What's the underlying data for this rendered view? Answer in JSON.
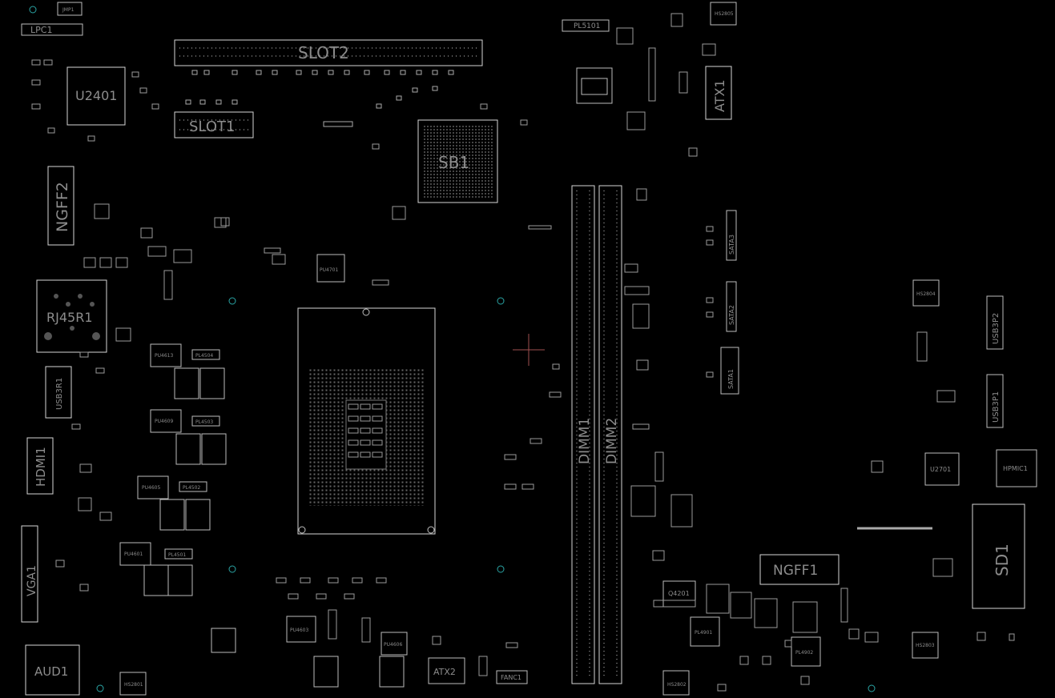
{
  "labels": {
    "slot2": "SLOT2",
    "slot1": "SLOT1",
    "u2401": "U2401",
    "lpc1": "LPC1",
    "jmp1": "JMP1",
    "sb1": "SB1",
    "ngff2": "NGFF2",
    "rj45r1": "RJ45R1",
    "usb3r1": "USB3R1",
    "hdmi1": "HDMI1",
    "vga1": "VGA1",
    "aud1": "AUD1",
    "hs2801": "HS2801",
    "dimm1": "DIMM1",
    "dimm2": "DIMM2",
    "atx1": "ATX1",
    "atx2": "ATX2",
    "fanc1": "FANC1",
    "pl5101": "PL5101",
    "ngff1": "NGFF1",
    "sd1": "SD1",
    "u2701": "U2701",
    "hpmic1": "HPMIC1",
    "usb3p1": "USB3P1",
    "usb3p2": "USB3P2",
    "sata1": "SATA1",
    "sata2": "SATA2",
    "sata3": "SATA3",
    "hs2802": "HS2802",
    "hs2803": "HS2803",
    "hs2804": "HS2804",
    "hs2805": "HS2805",
    "q4201": "Q4201",
    "pl4901": "PL4901",
    "pl4902": "PL4902",
    "pu4603": "PU4603",
    "pu4606": "PU4606",
    "pu4601": "PU4601",
    "pu4605": "PU4605",
    "pu4609": "PU4609",
    "pu4613": "PU4613",
    "pl4501": "PL4501",
    "pl4502": "PL4502",
    "pl4503": "PL4503",
    "pl4504": "PL4504",
    "pu4701": "PU4701"
  }
}
